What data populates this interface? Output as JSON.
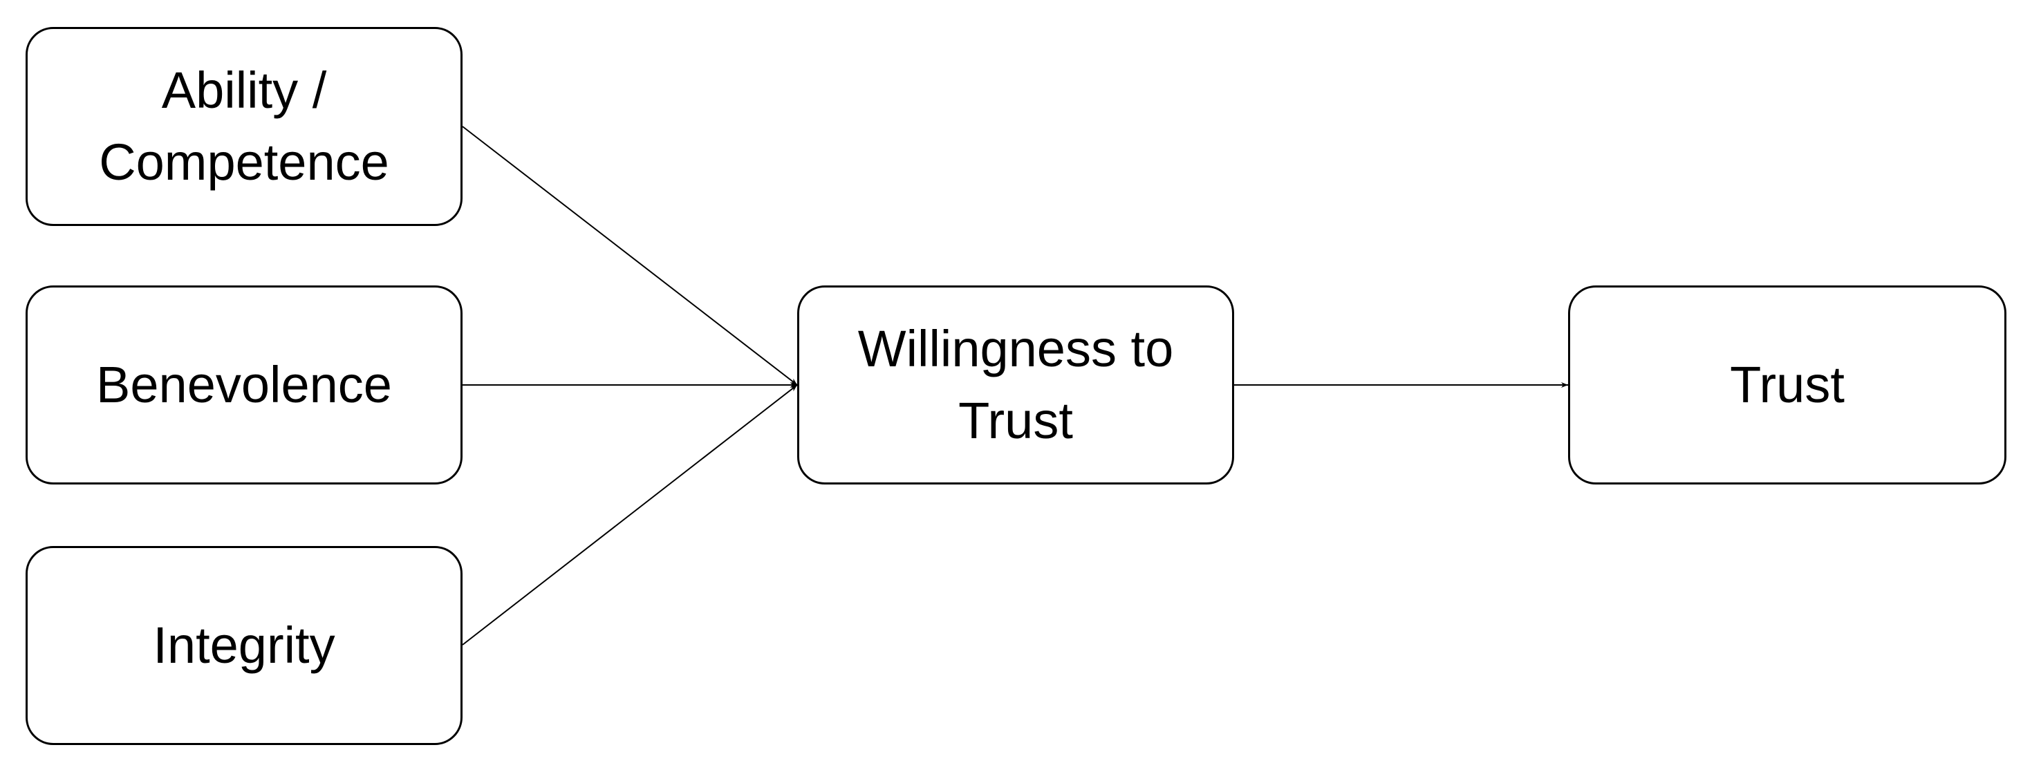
{
  "diagram": {
    "nodes": {
      "ability": {
        "line1": "Ability /",
        "line2": "Competence"
      },
      "benevolence": {
        "label": "Benevolence"
      },
      "integrity": {
        "label": "Integrity"
      },
      "willingness": {
        "line1": "Willingness to",
        "line2": "Trust"
      },
      "trust": {
        "label": "Trust"
      }
    },
    "edges": [
      {
        "from": "Ability / Competence",
        "to": "Willingness to Trust"
      },
      {
        "from": "Benevolence",
        "to": "Willingness to Trust"
      },
      {
        "from": "Integrity",
        "to": "Willingness to Trust"
      },
      {
        "from": "Willingness to Trust",
        "to": "Trust"
      }
    ]
  }
}
